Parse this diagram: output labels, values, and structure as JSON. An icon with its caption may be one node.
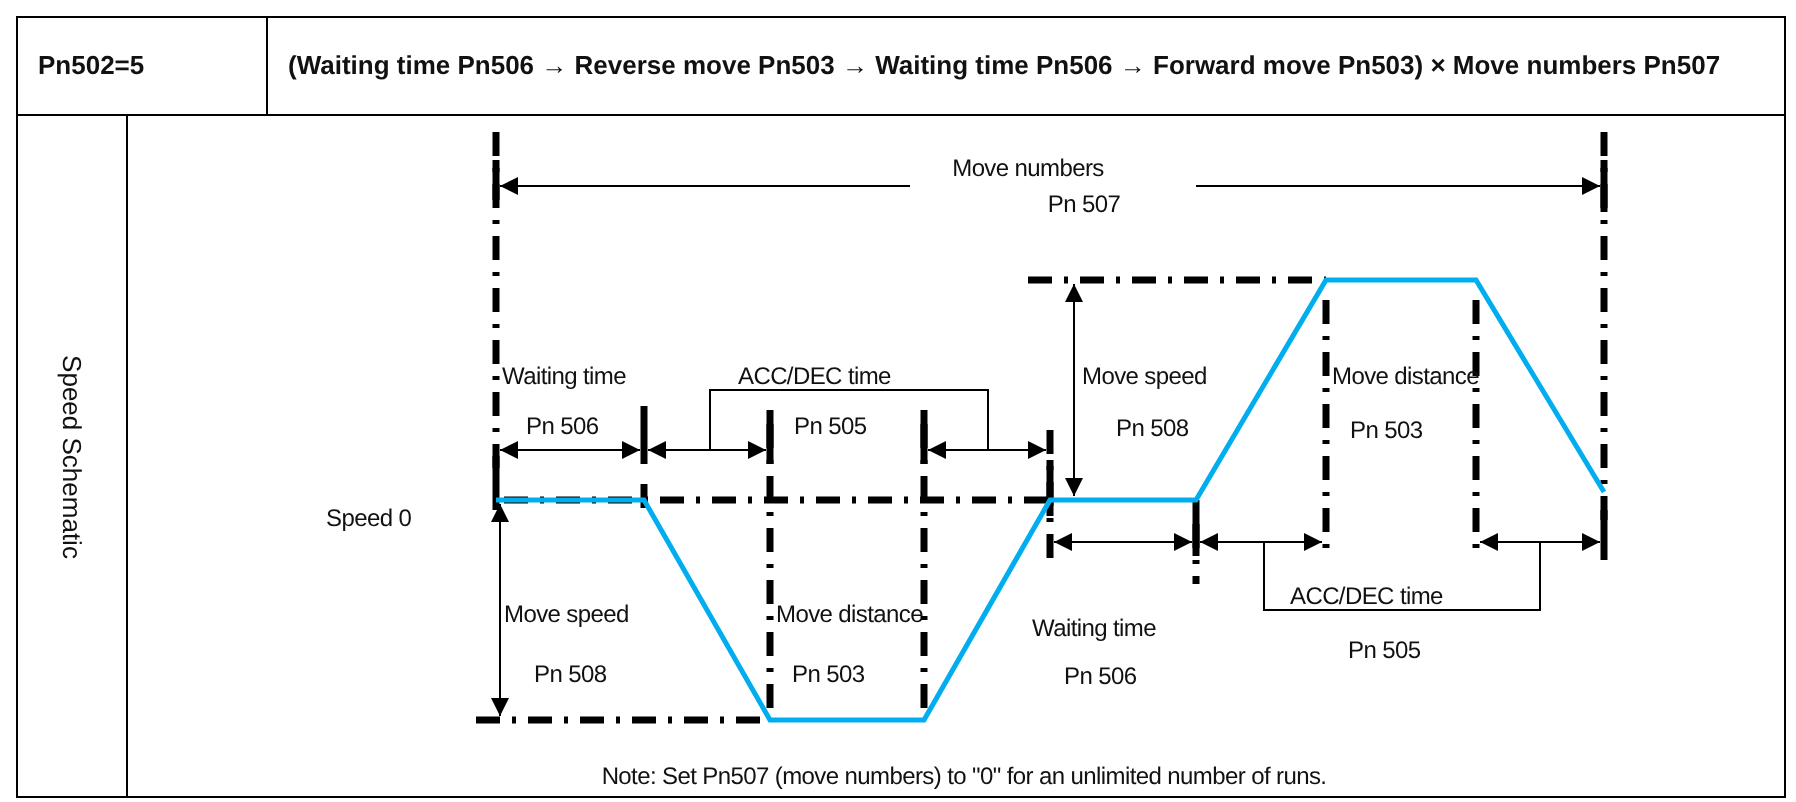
{
  "diagram": {
    "labels": [
      "Pn502=5",
      "(Waiting time Pn506 → Reverse move Pn503 → Waiting time Pn506 → Forward move Pn503) × Move numbers Pn507",
      "Speed Schematic",
      "Move numbers",
      "Pn 507",
      "Waiting time",
      "ACC/DEC time",
      "Move speed",
      "Move distance",
      "Pn 506",
      "Pn 505",
      "Pn 508",
      "Pn 503",
      "Speed 0",
      "Move speed",
      "Move distance",
      "Waiting time",
      "Pn 508",
      "Pn 503",
      "Pn 506",
      "ACC/DEC time",
      "Pn 505",
      "Note: Set Pn507 (move numbers) to \"0\" for an unlimited number of runs."
    ]
  }
}
